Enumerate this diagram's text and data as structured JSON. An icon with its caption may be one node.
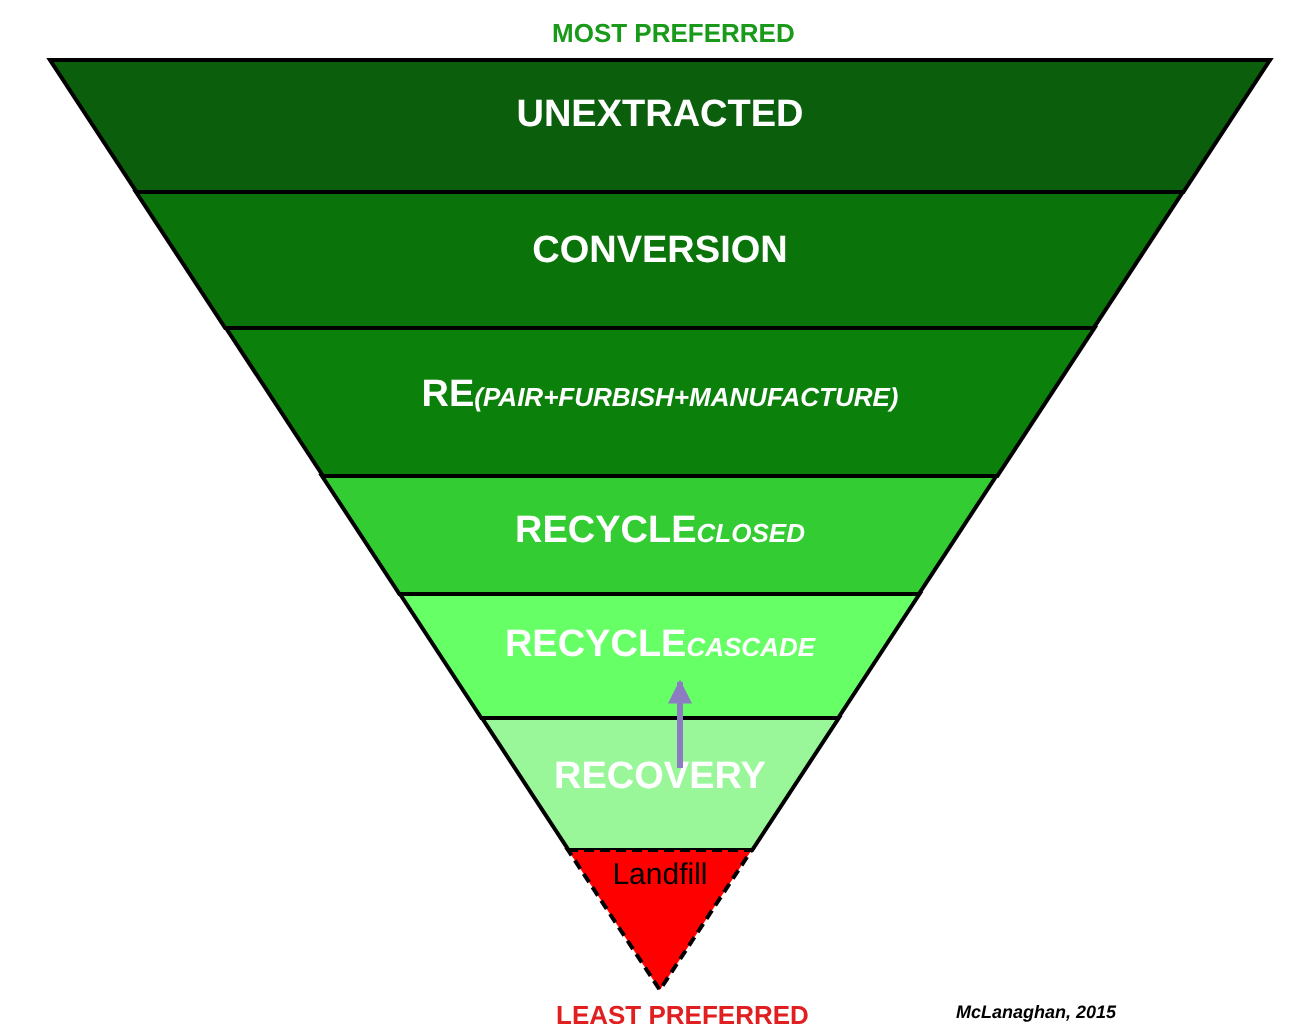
{
  "diagram": {
    "nodes": [
      {
        "text": [
          "UNEXTRACTED"
        ]
      },
      {
        "text": [
          "CONVERSION"
        ]
      },
      {
        "text": [
          "RE",
          "(PAIR+FURBISH+MANUFACTURE)"
        ]
      },
      {
        "text": [
          "RECYCLE",
          "CLOSED"
        ]
      },
      {
        "text": [
          "RECYCLE",
          "CASCADE"
        ]
      },
      {
        "text": [
          "RECOVERY"
        ]
      },
      {
        "text": [
          "Landfill"
        ]
      }
    ],
    "edges": [
      {
        "from": 5,
        "to": 4,
        "arrow": "to",
        "color": "#8e7cc3"
      }
    ],
    "labels": [
      "MOST PREFERRED",
      "LEAST PREFERRED",
      "McLanaghan, 2015"
    ]
  }
}
